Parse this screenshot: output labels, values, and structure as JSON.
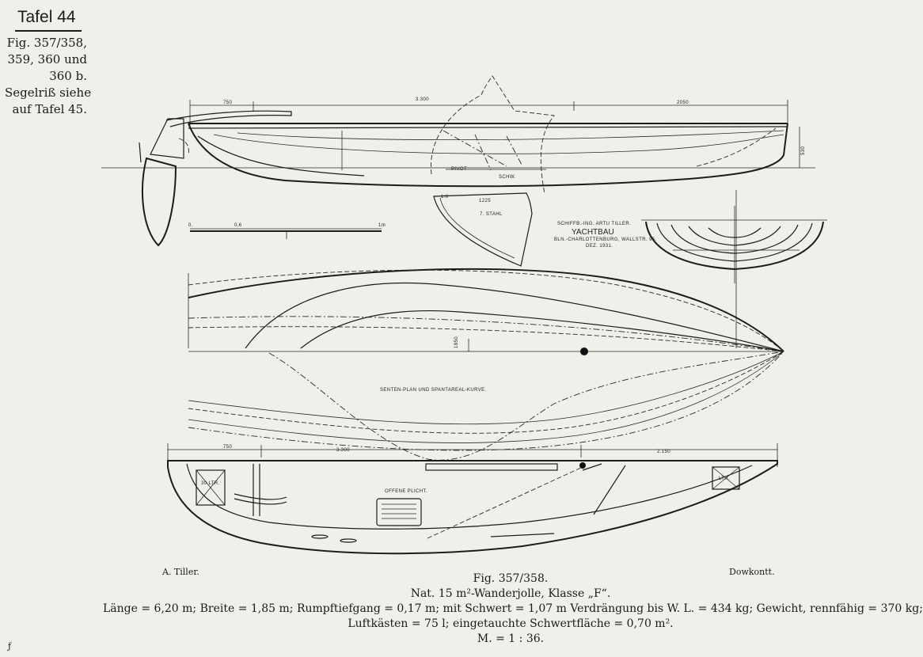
{
  "plate": {
    "title": "Tafel 44",
    "note_lines": [
      "Fig. 357/358,",
      "359, 360 und",
      "360 b.",
      "Segelriß siehe",
      "auf Tafel 45."
    ]
  },
  "drawing": {
    "dim_top": [
      "750",
      "3.300",
      "2050"
    ],
    "dim_bottom": [
      "750",
      "3.300",
      "2.150"
    ],
    "dim_side": [
      "530"
    ],
    "scale_bar": [
      "0.",
      "0,6",
      "1m"
    ],
    "designer_stamp": [
      "SCHIFFB.-ING. ARTU TILLER.",
      "YACHTBAU",
      "BLN.-CHARLOTTENBURG, WALLSTR. 95.",
      "DEZ. 1931."
    ],
    "centerboard_label": "7. STAHL",
    "plan_label": "SENTEN-PLAN UND SPANTAREAL-KURVE.",
    "cockpit_label": "OFFENE PLICHT.",
    "air_box_label": "30 LTR.",
    "air_box_label_2": "LTR."
  },
  "credits": {
    "left": "A. Tiller.",
    "right": "Dowkontt."
  },
  "caption": {
    "fig": "Fig. 357/358.",
    "line1": "Nat. 15 m²-Wanderjolle, Klasse „F“.",
    "line2": "Länge = 6,20 m; Breite = 1,85 m; Rumpftiefgang = 0,17 m; mit Schwert = 1,07 m Verdrängung bis W. L. = 434 kg; Gewicht, rennfähig = 370 kg;",
    "line3": "Luftkästen = 75 l; eingetauchte Schwertfläche = 0,70 m².",
    "line4": "M. = 1 : 36."
  },
  "corner_mark": "ƒ"
}
